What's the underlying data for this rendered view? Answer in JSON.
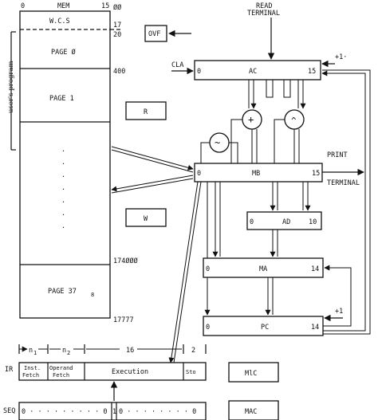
{
  "memory": {
    "title": "MEM",
    "bit_start": "0",
    "bit_end": "15",
    "wcs_label": "W.C.S",
    "page0_label": "PAGE Ø",
    "page1_label": "PAGE 1",
    "dots": ".\n.\n.\n.",
    "page37_label": "PAGE 37",
    "page37_sub": "8",
    "addr_00": "ØØ",
    "addr_17": "17",
    "addr_20": "20",
    "addr_400": "400",
    "addr_17400": "174ØØØ",
    "addr_17777": "17777",
    "user_program": "user's program"
  },
  "registers": {
    "ovf": "OVF",
    "r": "R",
    "w": "W",
    "ac": "AC",
    "ac_start": "0",
    "ac_end": "15",
    "mb": "MB",
    "mb_start": "0",
    "mb_end": "15",
    "ad": "AD",
    "ad_start": "0",
    "ad_end": "10",
    "ma": "MA",
    "ma_start": "0",
    "ma_end": "14",
    "pc": "PC",
    "pc_start": "0",
    "pc_end": "14",
    "mic": "MlC",
    "mac": "MAC"
  },
  "ops": {
    "add": "+",
    "and": "^",
    "rot": "~"
  },
  "io": {
    "read_terminal": "READ\nTERMINAL",
    "print_terminal": "PRINT\nTERMINAL",
    "cla": "CLA",
    "plus_one_ac": "+1·",
    "plus_one_pc": "+1"
  },
  "ir": {
    "label": "IR",
    "n1": "n",
    "n1_sub": "1",
    "n2": "n",
    "n2_sub": "2",
    "w16": "16",
    "w2": "2",
    "inst_fetch": "Inst.\nFetch",
    "operand_fetch": "Operand\nFetch",
    "execution": "Execution",
    "sto": "Sto"
  },
  "seq": {
    "label": "SEQ",
    "left": "0 · · · · · · · · · 0",
    "one": "1",
    "right": "0 · · · · · · · · 0"
  }
}
